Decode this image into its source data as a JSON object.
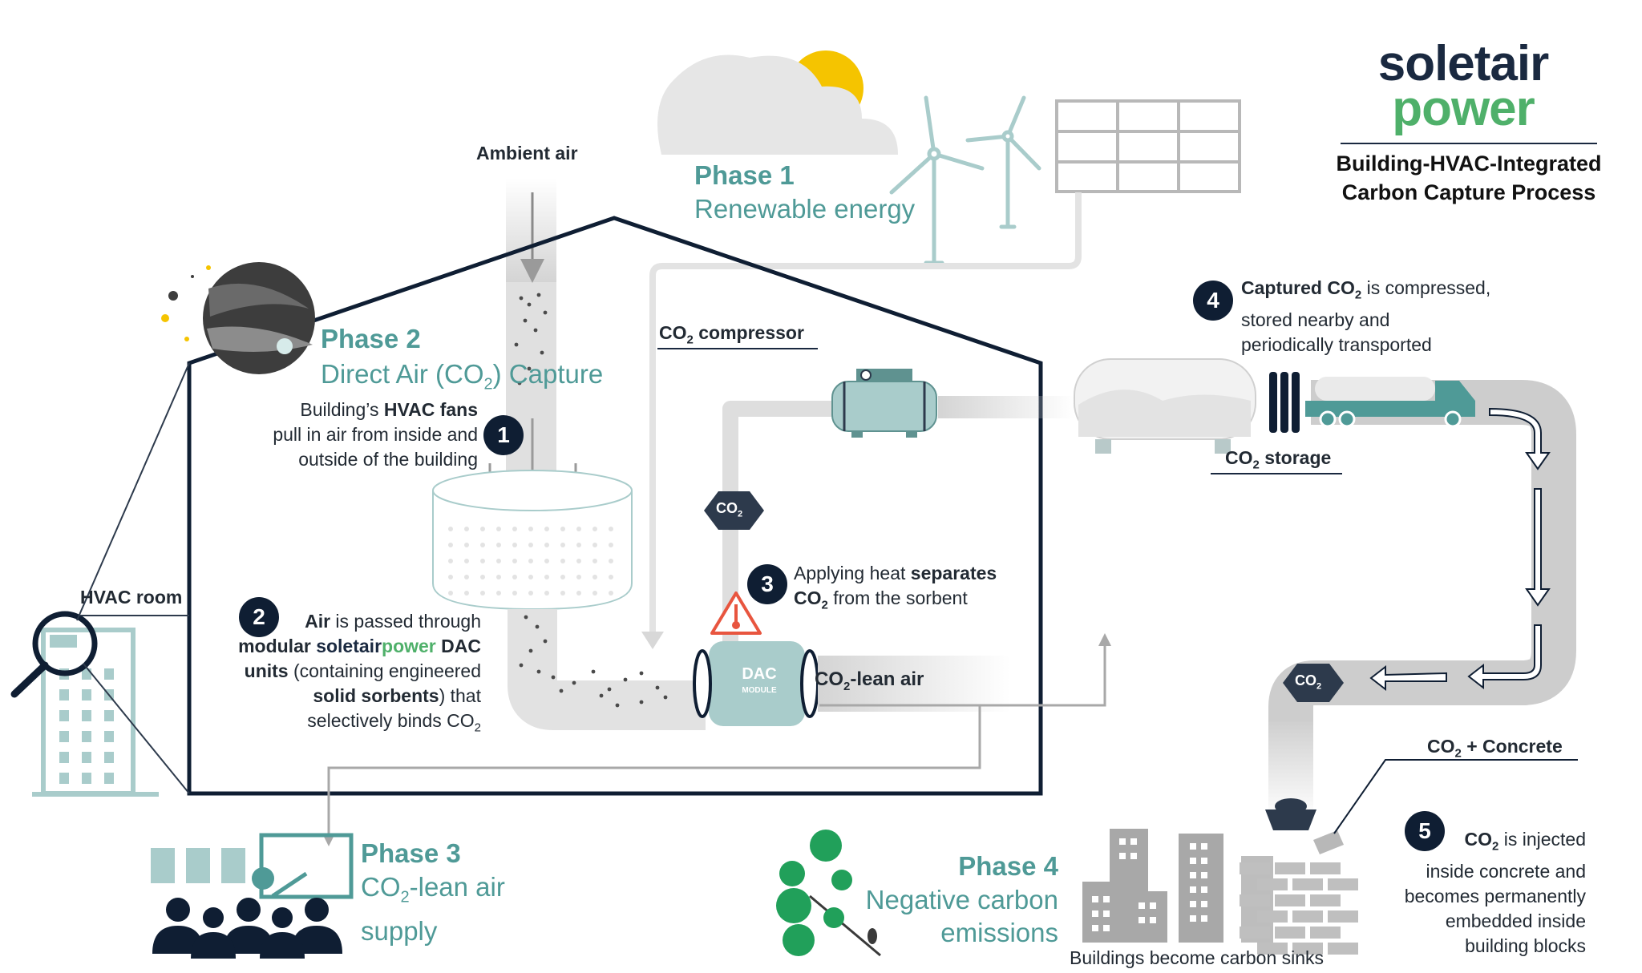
{
  "logo": {
    "line1": "soletair",
    "line2": "power",
    "title_line1": "Building-HVAC-Integrated",
    "title_line2": "Carbon Capture Process"
  },
  "ambient_air": "Ambient air",
  "phase1": {
    "heading": "Phase 1",
    "subtitle": "Renewable energy"
  },
  "phase2": {
    "heading": "Phase 2",
    "subtitle_pre": "Direct Air (CO",
    "subtitle_sub": "2",
    "subtitle_post": ") Capture"
  },
  "phase3": {
    "heading": "Phase 3",
    "sub_line1_pre": "CO",
    "sub_line1_sub": "2",
    "sub_line1_post": "-lean air",
    "sub_line2": "supply"
  },
  "phase4": {
    "heading": "Phase 4",
    "sub_line1": "Negative carbon",
    "sub_line2": "emissions"
  },
  "step1": {
    "number": "1",
    "line1_pre": "Building’s ",
    "line1_bold": "HVAC fans",
    "line2": "pull in air from inside and",
    "line3": "outside of the building"
  },
  "step2": {
    "number": "2",
    "line1_bold": "Air",
    "line1_post": " is passed through",
    "line2_bold_pre": "modular ",
    "line2_brand_s": "soletair",
    "line2_brand_p": "power",
    "line2_bold_post": " DAC",
    "line3_bold": "units",
    "line3_post": " (containing engineered",
    "line4_bold": "solid sorbents",
    "line4_post": ") that",
    "line5_pre": "selectively binds CO",
    "line5_sub": "2"
  },
  "step3": {
    "number": "3",
    "line1_pre": "Applying heat ",
    "line1_bold": "separates",
    "line2_bold": "CO",
    "line2_sub": "2",
    "line2_post": " from the sorbent"
  },
  "step4": {
    "number": "4",
    "line1_bold": "Captured CO",
    "line1_sub": "2",
    "line1_post": " is compressed,",
    "line2": "stored nearby and",
    "line3": "periodically transported"
  },
  "step5": {
    "number": "5",
    "line1_bold": "CO",
    "line1_sub": "2",
    "line1_post": " is injected",
    "line2": "inside concrete and",
    "line3": "becomes permanently",
    "line4": "embedded inside",
    "line5": "building blocks"
  },
  "labels": {
    "hvac_room": "HVAC room",
    "co2_compressor_pre": "CO",
    "co2_compressor_sub": "2",
    "co2_compressor_post": " compressor",
    "co2_storage_pre": "CO",
    "co2_storage_sub": "2",
    "co2_storage_post": " storage",
    "co2_lean_air_pre": "CO",
    "co2_lean_air_sub": "2",
    "co2_lean_air_post": "-lean air",
    "co2_concrete_pre": "CO",
    "co2_concrete_sub": "2",
    "co2_concrete_post": " + Concrete",
    "co2_badge": "CO",
    "co2_badge_sub": "2",
    "dac_module_top": "DAC",
    "dac_module_bottom": "MODULE",
    "buildings_sinks": "Buildings become carbon sinks"
  },
  "colors": {
    "navy": "#0f1e33",
    "teal": "#4f9a97",
    "pale_teal": "#a9cccb",
    "gray_pipe": "#c9c9c9",
    "green": "#21a05a",
    "brand_green": "#4fb06a",
    "sun": "#f5c400",
    "warning": "#e8553f"
  }
}
